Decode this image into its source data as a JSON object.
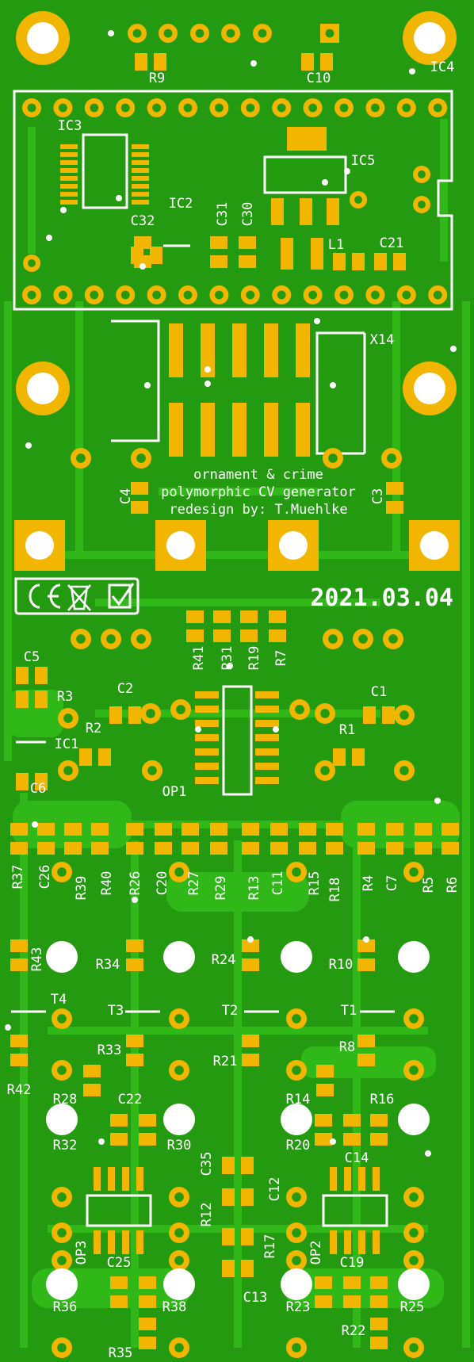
{
  "colors": {
    "board": "#249a10",
    "copper": "#2fb818",
    "pad": "#f2b500",
    "silk": "#ffffff",
    "hole": "#ffffff"
  },
  "board_text": {
    "line1": "ornament & crime",
    "line2": "polymorphic CV generator",
    "line3": "redesign by: T.Muehlke",
    "date": "2021.03.04"
  },
  "labels": [
    {
      "id": "r9",
      "text": "R9"
    },
    {
      "id": "c10",
      "text": "C10"
    },
    {
      "id": "ic4",
      "text": "IC4"
    },
    {
      "id": "ic3",
      "text": "IC3"
    },
    {
      "id": "ic5",
      "text": "IC5"
    },
    {
      "id": "ic2",
      "text": "IC2"
    },
    {
      "id": "c32",
      "text": "C32"
    },
    {
      "id": "c31",
      "text": "C31"
    },
    {
      "id": "c30",
      "text": "C30"
    },
    {
      "id": "l1",
      "text": "L1"
    },
    {
      "id": "c21",
      "text": "C21"
    },
    {
      "id": "x14",
      "text": "X14"
    },
    {
      "id": "c4",
      "text": "C4"
    },
    {
      "id": "c3",
      "text": "C3"
    },
    {
      "id": "c5",
      "text": "C5"
    },
    {
      "id": "r3",
      "text": "R3"
    },
    {
      "id": "c2",
      "text": "C2"
    },
    {
      "id": "r2",
      "text": "R2"
    },
    {
      "id": "ic1",
      "text": "IC1"
    },
    {
      "id": "c6",
      "text": "C6"
    },
    {
      "id": "r41",
      "text": "R41"
    },
    {
      "id": "r31",
      "text": "R31"
    },
    {
      "id": "r19",
      "text": "R19"
    },
    {
      "id": "r7",
      "text": "R7"
    },
    {
      "id": "c1",
      "text": "C1"
    },
    {
      "id": "r1",
      "text": "R1"
    },
    {
      "id": "op1",
      "text": "OP1"
    },
    {
      "id": "r37",
      "text": "R37"
    },
    {
      "id": "c26",
      "text": "C26"
    },
    {
      "id": "r39",
      "text": "R39"
    },
    {
      "id": "r40",
      "text": "R40"
    },
    {
      "id": "r26",
      "text": "R26"
    },
    {
      "id": "c20",
      "text": "C20"
    },
    {
      "id": "r27",
      "text": "R27"
    },
    {
      "id": "r29",
      "text": "R29"
    },
    {
      "id": "r13",
      "text": "R13"
    },
    {
      "id": "c11",
      "text": "C11"
    },
    {
      "id": "r15",
      "text": "R15"
    },
    {
      "id": "r18",
      "text": "R18"
    },
    {
      "id": "r4",
      "text": "R4"
    },
    {
      "id": "c7",
      "text": "C7"
    },
    {
      "id": "r5",
      "text": "R5"
    },
    {
      "id": "r6",
      "text": "R6"
    },
    {
      "id": "r43",
      "text": "R43"
    },
    {
      "id": "r34",
      "text": "R34"
    },
    {
      "id": "r24",
      "text": "R24"
    },
    {
      "id": "r10",
      "text": "R10"
    },
    {
      "id": "t4",
      "text": "T4"
    },
    {
      "id": "t3",
      "text": "T3"
    },
    {
      "id": "t2",
      "text": "T2"
    },
    {
      "id": "t1",
      "text": "T1"
    },
    {
      "id": "r33",
      "text": "R33"
    },
    {
      "id": "r21",
      "text": "R21"
    },
    {
      "id": "r8",
      "text": "R8"
    },
    {
      "id": "r42",
      "text": "R42"
    },
    {
      "id": "r28",
      "text": "R28"
    },
    {
      "id": "c22",
      "text": "C22"
    },
    {
      "id": "r14",
      "text": "R14"
    },
    {
      "id": "r16",
      "text": "R16"
    },
    {
      "id": "r32",
      "text": "R32"
    },
    {
      "id": "r30",
      "text": "R30"
    },
    {
      "id": "r20",
      "text": "R20"
    },
    {
      "id": "r12",
      "text": "R12"
    },
    {
      "id": "c35",
      "text": "C35"
    },
    {
      "id": "c12",
      "text": "C12"
    },
    {
      "id": "c14",
      "text": "C14"
    },
    {
      "id": "r17",
      "text": "R17"
    },
    {
      "id": "op3",
      "text": "OP3"
    },
    {
      "id": "c25",
      "text": "C25"
    },
    {
      "id": "op2",
      "text": "OP2"
    },
    {
      "id": "c19",
      "text": "C19"
    },
    {
      "id": "c13",
      "text": "C13"
    },
    {
      "id": "r36",
      "text": "R36"
    },
    {
      "id": "r38",
      "text": "R38"
    },
    {
      "id": "r23",
      "text": "R23"
    },
    {
      "id": "r25",
      "text": "R25"
    },
    {
      "id": "r22",
      "text": "R22"
    },
    {
      "id": "r35",
      "text": "R35"
    }
  ]
}
